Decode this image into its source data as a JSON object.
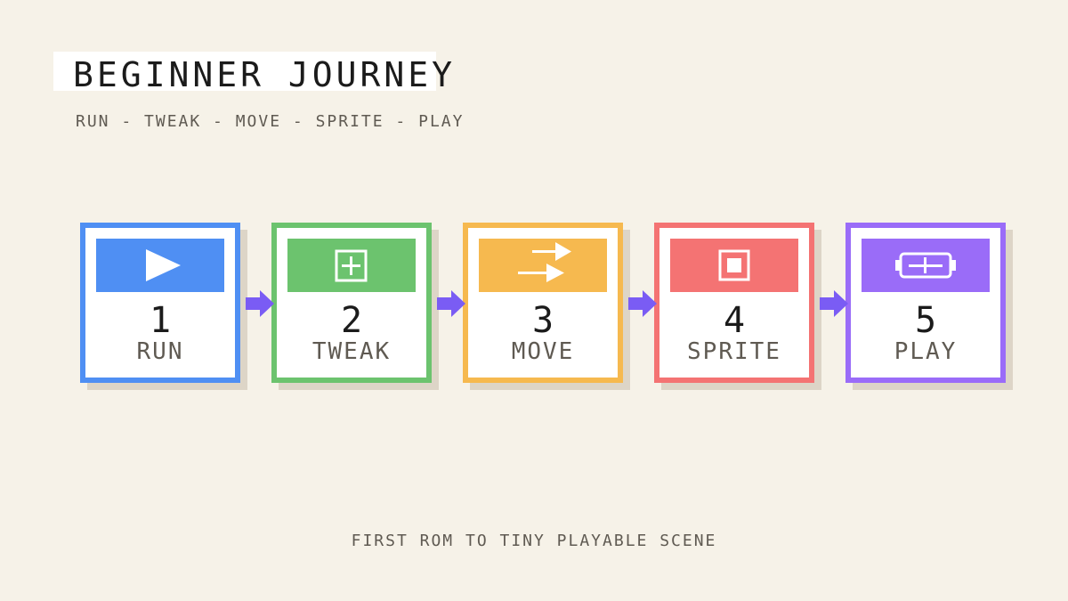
{
  "header": {
    "title": "BEGINNER JOURNEY",
    "subtitle": "RUN - TWEAK - MOVE - SPRITE - PLAY"
  },
  "steps": [
    {
      "number": "1",
      "label": "RUN",
      "icon": "play-icon",
      "color": "#4f8ff3"
    },
    {
      "number": "2",
      "label": "TWEAK",
      "icon": "plus-box-icon",
      "color": "#6cc36e"
    },
    {
      "number": "3",
      "label": "MOVE",
      "icon": "double-arrow-right-icon",
      "color": "#f6b94f"
    },
    {
      "number": "4",
      "label": "SPRITE",
      "icon": "square-target-icon",
      "color": "#f47373"
    },
    {
      "number": "5",
      "label": "PLAY",
      "icon": "battery-icon",
      "color": "#9a6cf8"
    }
  ],
  "connector_color": "#7a5cf4",
  "footer": {
    "caption": "FIRST ROM TO TINY PLAYABLE SCENE"
  }
}
